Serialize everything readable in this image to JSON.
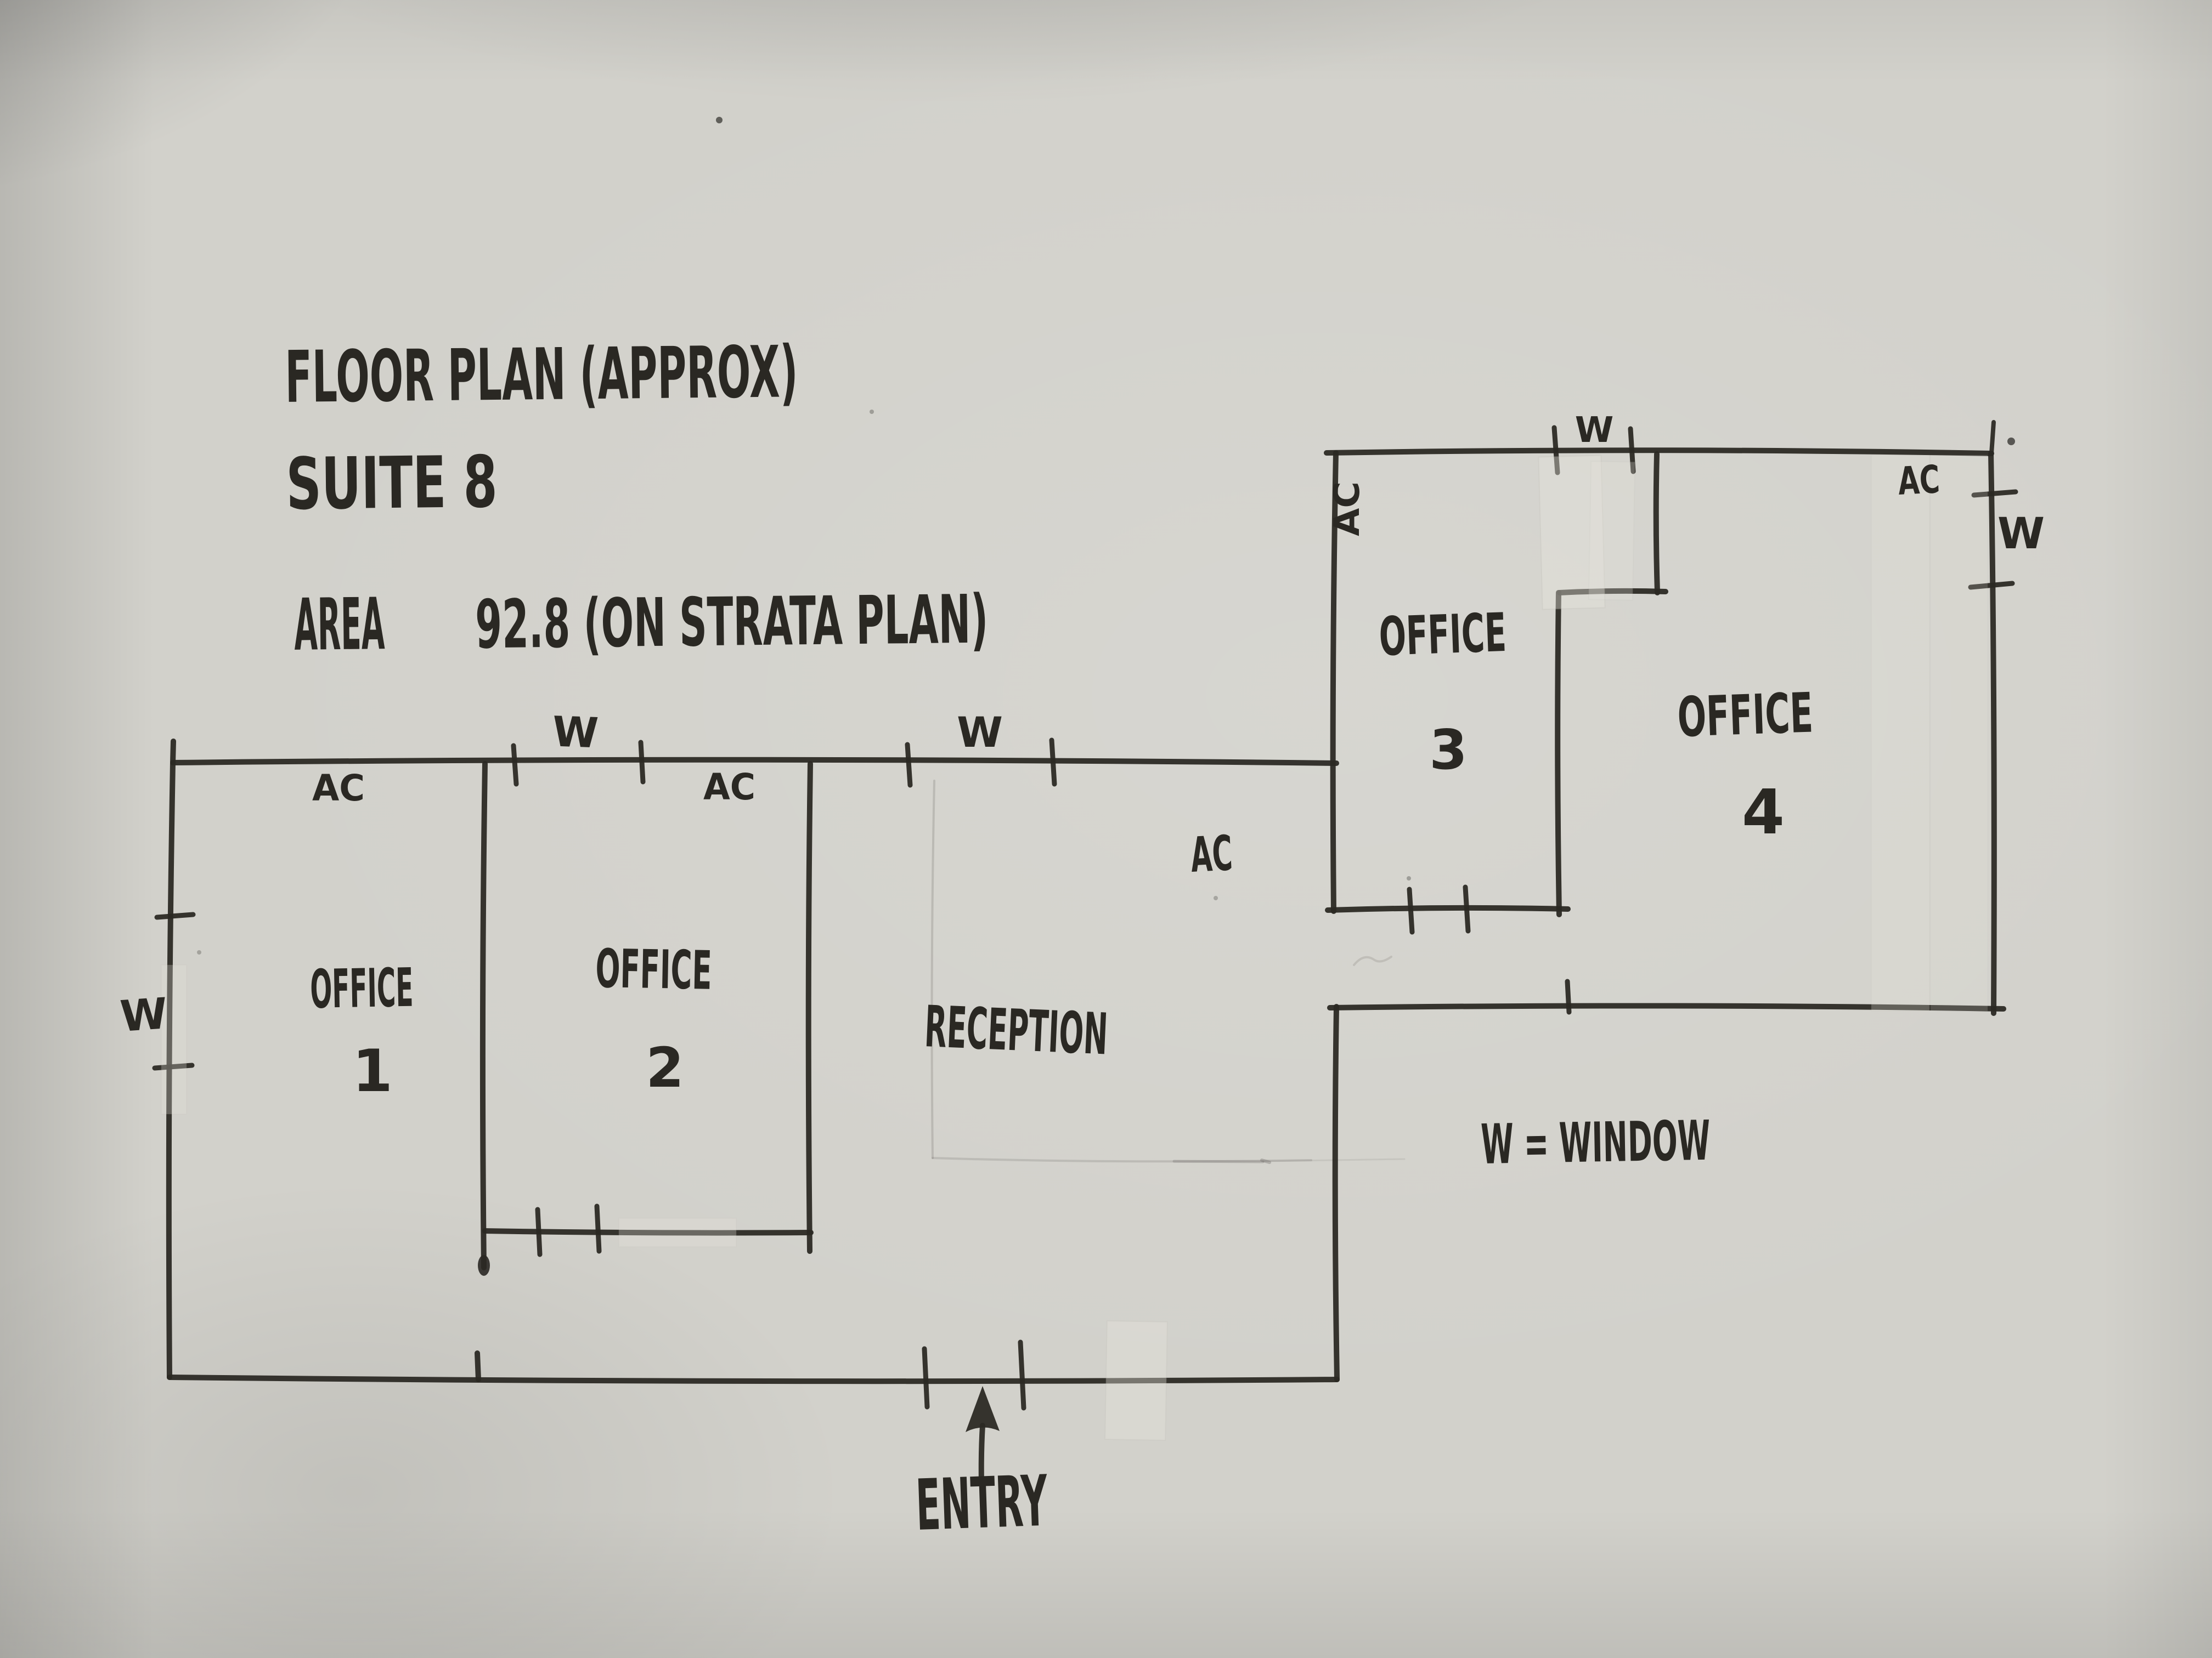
{
  "colors": {
    "ink": "#2a2823",
    "paper": "#d2d1cb",
    "pencil": "#6e6b66"
  },
  "document": {
    "title": "FLOOR PLAN (APPROX)",
    "suite": "SUITE 8",
    "area_label": "AREA",
    "area_value": "92.8 (ON STRATA PLAN)"
  },
  "rooms": {
    "office1": {
      "label": "OFFICE",
      "number": "1"
    },
    "office2": {
      "label": "OFFICE",
      "number": "2"
    },
    "office3": {
      "label": "OFFICE",
      "number": "3"
    },
    "office4": {
      "label": "OFFICE",
      "number": "4"
    },
    "reception": {
      "label": "RECEPTION"
    }
  },
  "marks": {
    "window": "W",
    "ac": "AC"
  },
  "legend": {
    "window": "W = WINDOW"
  },
  "entry": {
    "label": "ENTRY"
  }
}
